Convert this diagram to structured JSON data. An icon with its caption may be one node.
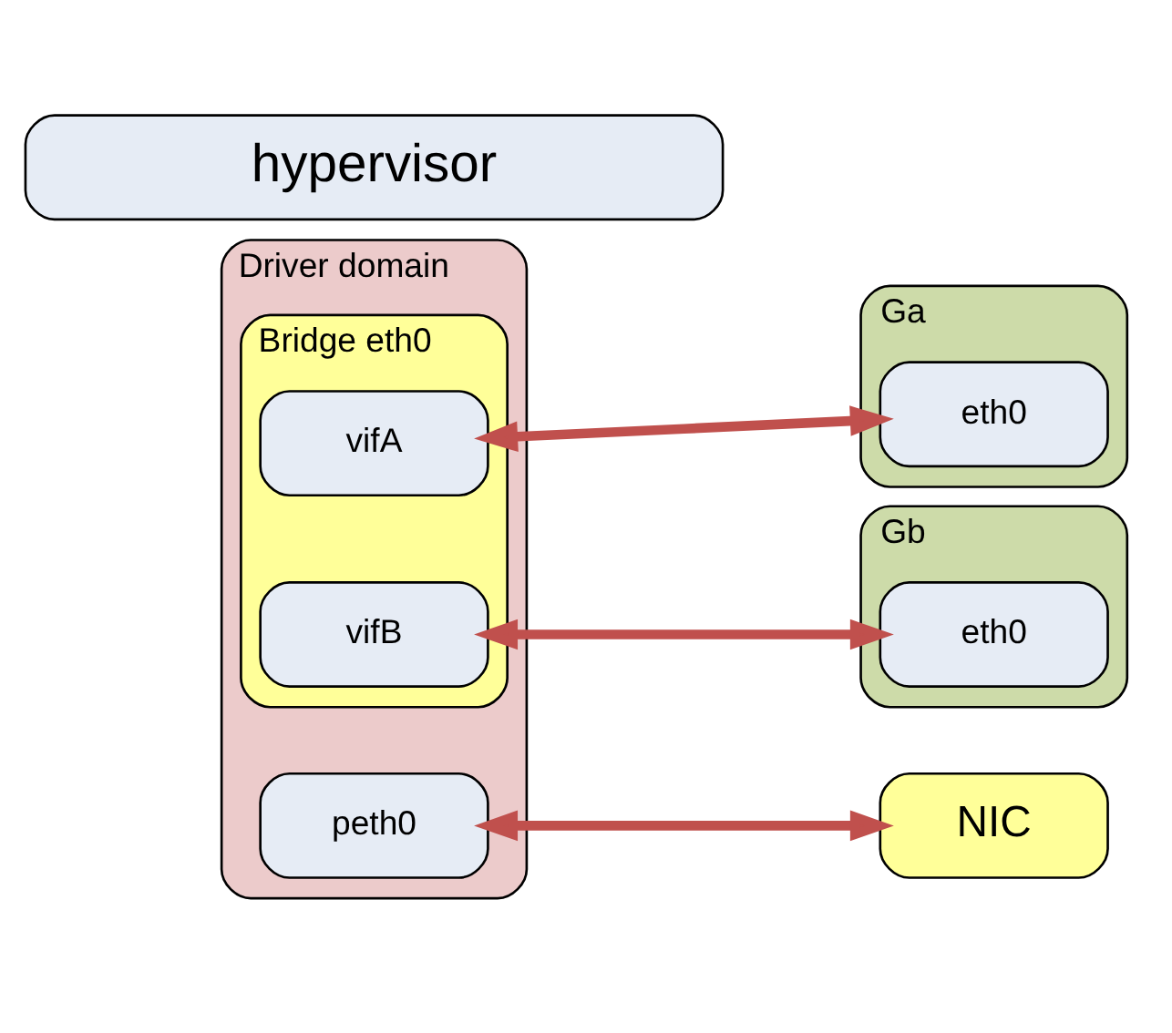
{
  "diagram": {
    "nodes": [
      {
        "text": [
          "Driver domain"
        ]
      },
      {
        "text": [
          "Bridge eth0"
        ],
        "in": 0
      },
      {
        "text": [
          "vifA"
        ],
        "in": 1
      },
      {
        "text": [
          "vifB"
        ],
        "in": 1
      },
      {
        "text": [
          "peth0"
        ],
        "in": 0
      },
      {
        "text": [
          "Ga"
        ]
      },
      {
        "text": [
          "eth0"
        ],
        "in": 5
      },
      {
        "text": [
          "Gb"
        ]
      },
      {
        "text": [
          "eth0"
        ],
        "in": 7
      },
      {
        "text": [
          "hypervisor"
        ]
      },
      {
        "text": [
          "NIC"
        ]
      }
    ],
    "edges": [
      {
        "from": 2,
        "to": 6,
        "arrow": "both"
      },
      {
        "from": 3,
        "to": 8,
        "arrow": "both"
      },
      {
        "from": 4,
        "to": 10,
        "arrow": "both"
      }
    ]
  }
}
